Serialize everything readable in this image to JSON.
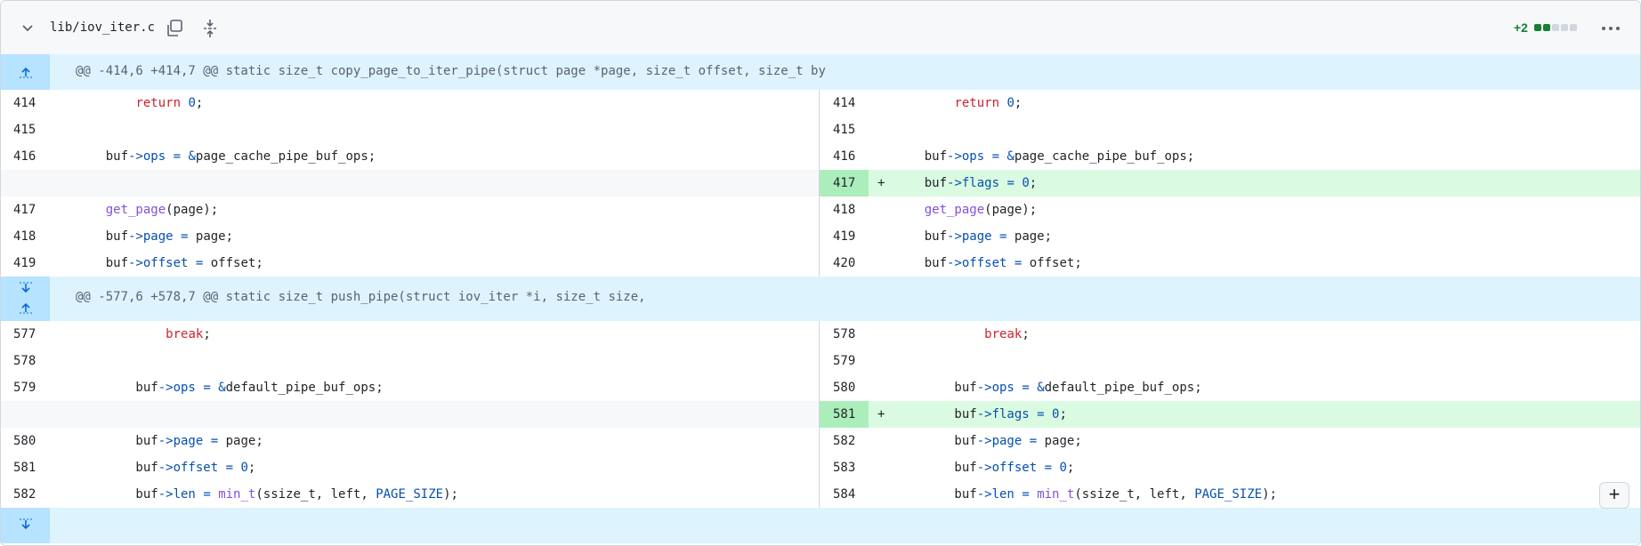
{
  "file": {
    "path": "lib/iov_iter.c",
    "diffstat_label": "+2",
    "diffstat_squares": [
      "#1a7f37",
      "#1a7f37",
      "#d0d7de",
      "#d0d7de",
      "#d0d7de"
    ]
  },
  "icons": {
    "collapse": "chevron-down-icon",
    "copy": "copy-icon",
    "expand_all": "unfold-icon",
    "more": "kebab-horizontal-icon",
    "expand_up": "expand-up-icon",
    "expand_down": "expand-down-icon",
    "add": "plus-icon"
  },
  "hunks": [
    {
      "header": "@@ -414,6 +414,7 @@ static size_t copy_page_to_iter_pipe(struct page *page, size_t offset, size_t by",
      "lines": [
        {
          "left_num": "414",
          "right_num": "414",
          "code": "        return 0;",
          "type": "context"
        },
        {
          "left_num": "415",
          "right_num": "415",
          "code": "",
          "type": "context"
        },
        {
          "left_num": "416",
          "right_num": "416",
          "code": "    buf->ops = &page_cache_pipe_buf_ops;",
          "type": "context"
        },
        {
          "left_num": "",
          "right_num": "417",
          "marker": "+",
          "code": "    buf->flags = 0;",
          "type": "add"
        },
        {
          "left_num": "417",
          "right_num": "418",
          "code": "    get_page(page);",
          "type": "context"
        },
        {
          "left_num": "418",
          "right_num": "419",
          "code": "    buf->page = page;",
          "type": "context"
        },
        {
          "left_num": "419",
          "right_num": "420",
          "code": "    buf->offset = offset;",
          "type": "context"
        }
      ]
    },
    {
      "header": "@@ -577,6 +578,7 @@ static size_t push_pipe(struct iov_iter *i, size_t size,",
      "lines": [
        {
          "left_num": "577",
          "right_num": "578",
          "code": "            break;",
          "type": "context"
        },
        {
          "left_num": "578",
          "right_num": "579",
          "code": "",
          "type": "context"
        },
        {
          "left_num": "579",
          "right_num": "580",
          "code": "        buf->ops = &default_pipe_buf_ops;",
          "type": "context"
        },
        {
          "left_num": "",
          "right_num": "581",
          "marker": "+",
          "code": "        buf->flags = 0;",
          "type": "add"
        },
        {
          "left_num": "580",
          "right_num": "582",
          "code": "        buf->page = page;",
          "type": "context"
        },
        {
          "left_num": "581",
          "right_num": "583",
          "code": "        buf->offset = 0;",
          "type": "context"
        },
        {
          "left_num": "582",
          "right_num": "584",
          "code": "        buf->len = min_t(ssize_t, left, PAGE_SIZE);",
          "type": "context"
        }
      ]
    }
  ],
  "add_button_label": "+"
}
